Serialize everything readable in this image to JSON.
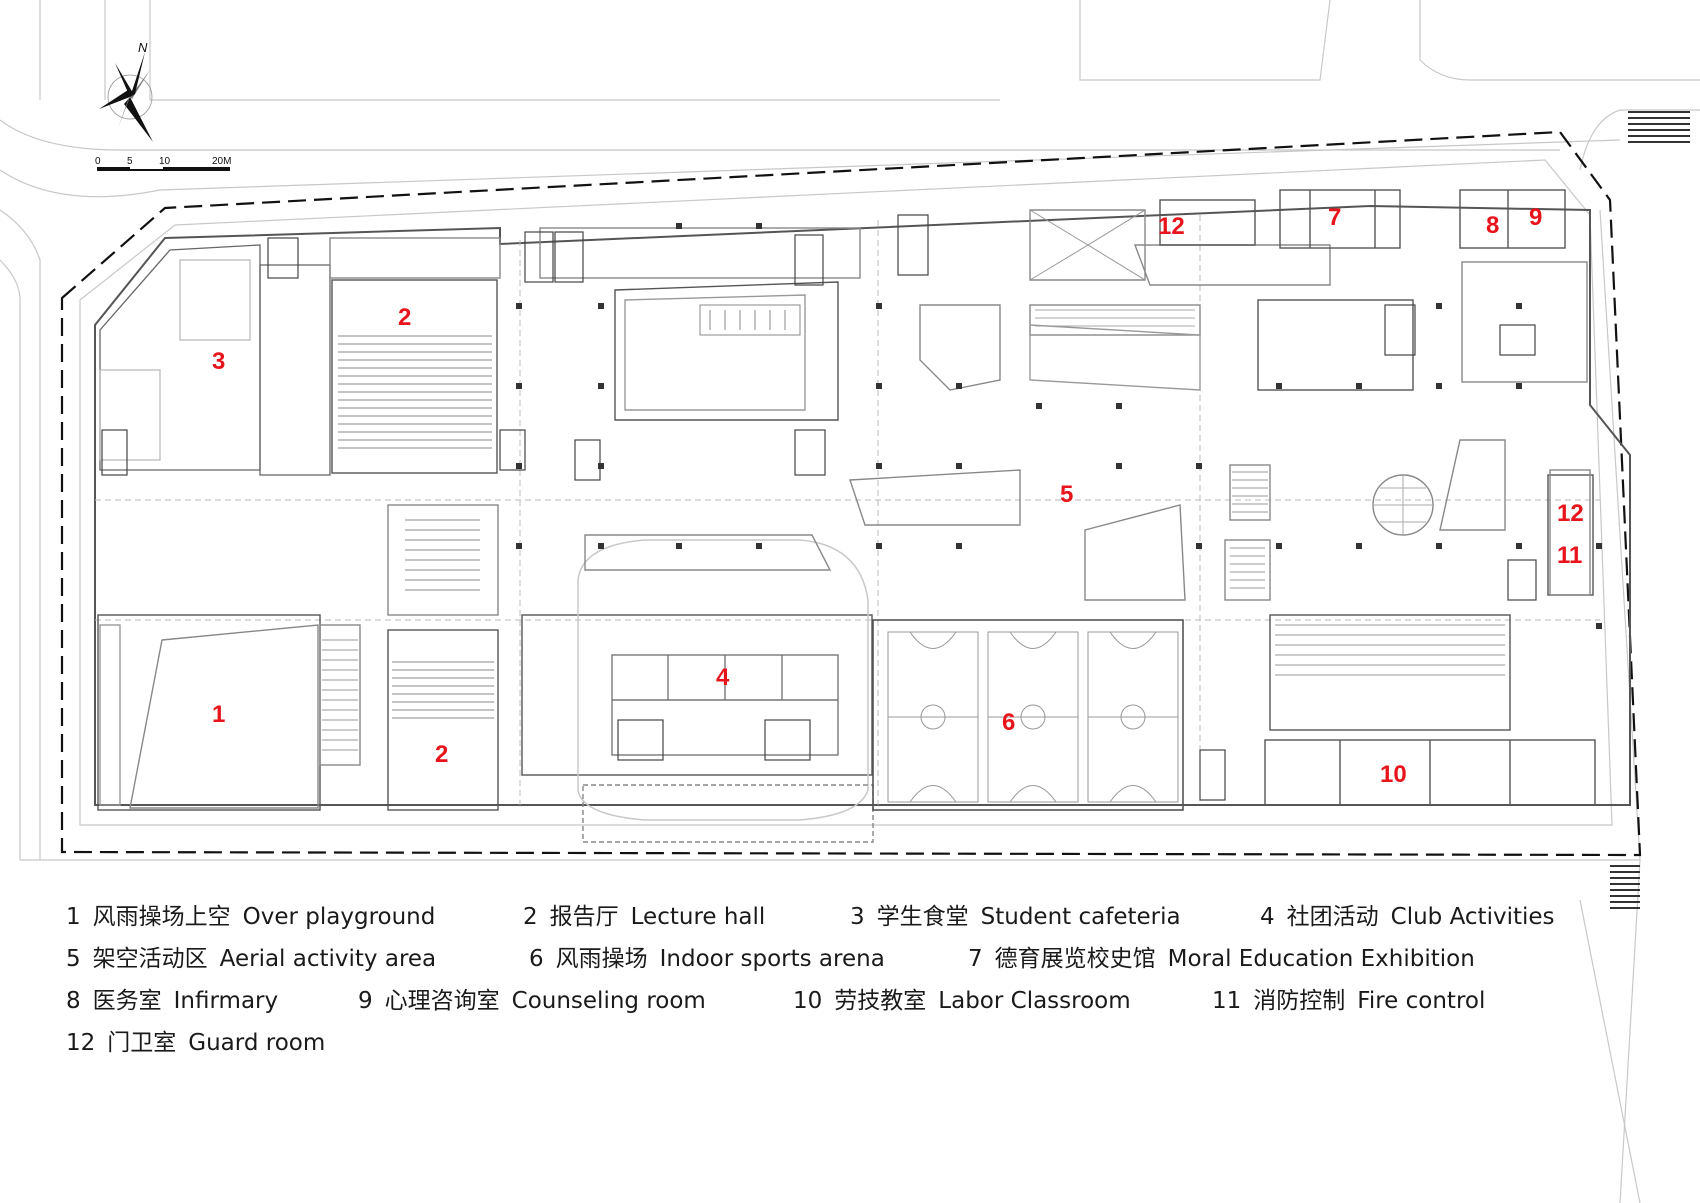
{
  "north_label": "N",
  "scale_bar": {
    "ticks": [
      "0",
      "5",
      "10",
      "20M"
    ]
  },
  "room_numbers": {
    "r1": "1",
    "r2a": "2",
    "r2b": "2",
    "r3": "3",
    "r4": "4",
    "r5": "5",
    "r6": "6",
    "r7": "7",
    "r8": "8",
    "r9": "9",
    "r10": "10",
    "r11": "11",
    "r12a": "12",
    "r12b": "12"
  },
  "legend": [
    {
      "num": "1",
      "zh": "风雨操场上空",
      "en": "Over playground"
    },
    {
      "num": "2",
      "zh": "报告厅",
      "en": "Lecture hall"
    },
    {
      "num": "3",
      "zh": "学生食堂",
      "en": "Student cafeteria"
    },
    {
      "num": "4",
      "zh": "社团活动",
      "en": "Club Activities"
    },
    {
      "num": "5",
      "zh": "架空活动区",
      "en": "Aerial activity area"
    },
    {
      "num": "6",
      "zh": "风雨操场",
      "en": "Indoor sports arena"
    },
    {
      "num": "7",
      "zh": "德育展览校史馆",
      "en": "Moral Education Exhibition"
    },
    {
      "num": "8",
      "zh": "医务室",
      "en": "Infirmary"
    },
    {
      "num": "9",
      "zh": "心理咨询室",
      "en": "Counseling room"
    },
    {
      "num": "10",
      "zh": "劳技教室",
      "en": "Labor Classroom"
    },
    {
      "num": "11",
      "zh": "消防控制",
      "en": "Fire control"
    },
    {
      "num": "12",
      "zh": "门卫室",
      "en": "Guard room"
    }
  ],
  "colors": {
    "room_number": "#e8141b",
    "linework": "#555555",
    "light_linework": "#b8b8b8"
  }
}
